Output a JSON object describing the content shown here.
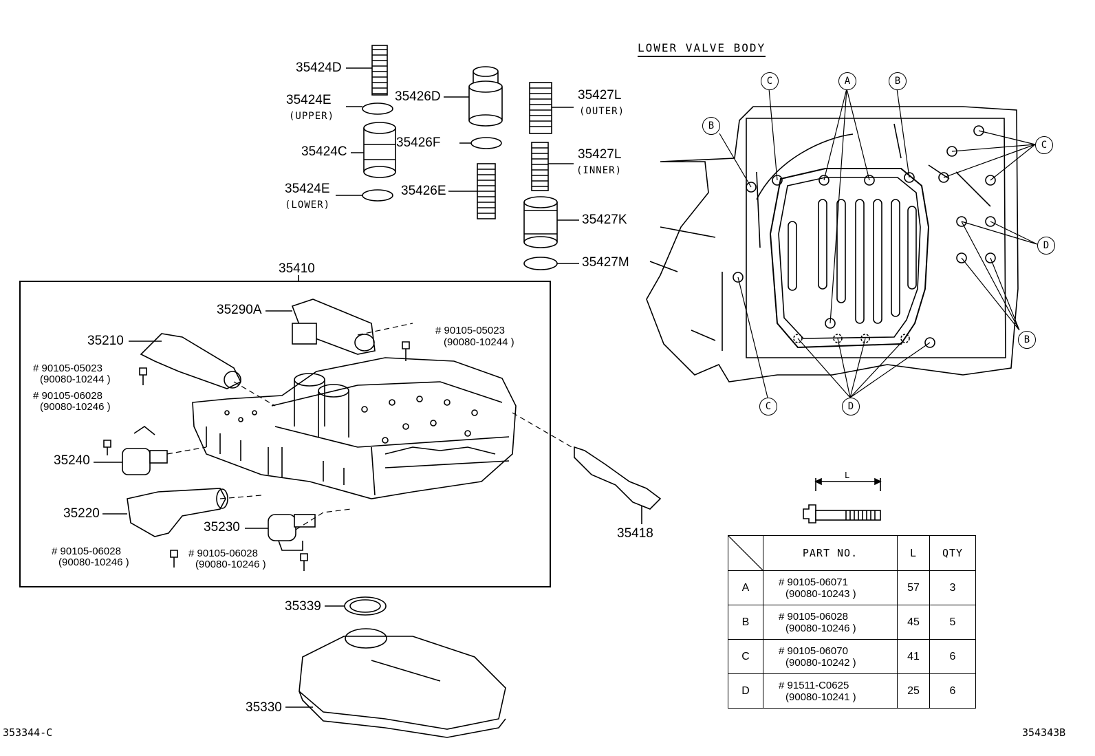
{
  "diagram": {
    "section_title": "LOWER VALVE BODY",
    "footer_left": "353344-C",
    "footer_right": "354343B",
    "parts": {
      "p35424D": "35424D",
      "p35424E_upper": "35424E",
      "p35424E_upper_note": "(UPPER)",
      "p35426D": "35426D",
      "p35424C": "35424C",
      "p35426F": "35426F",
      "p35424E_lower": "35424E",
      "p35424E_lower_note": "(LOWER)",
      "p35426E": "35426E",
      "p35427L_outer": "35427L",
      "p35427L_outer_note": "(OUTER)",
      "p35427L_inner": "35427L",
      "p35427L_inner_note": "(INNER)",
      "p35427K": "35427K",
      "p35427M": "35427M",
      "p35410": "35410",
      "p35290A": "35290A",
      "p35210": "35210",
      "p35240": "35240",
      "p35220": "35220",
      "p35230": "35230",
      "p35418": "35418",
      "p35339": "35339",
      "p35330": "35330"
    },
    "bolts": {
      "b1_a": "# 90105-05023",
      "b1_b": "(90080-10244 )",
      "b2_a": "# 90105-05023",
      "b2_b": "(90080-10244 )",
      "b3_a": "# 90105-06028",
      "b3_b": "(90080-10246 )",
      "b4_a": "# 90105-06028",
      "b4_b": "(90080-10246 )",
      "b5_a": "# 90105-06028",
      "b5_b": "(90080-10246 )"
    },
    "callouts": {
      "A": "A",
      "B": "B",
      "C": "C",
      "D": "D"
    },
    "dimension_label": "L",
    "table": {
      "header_part_no": "PART NO.",
      "header_l": "L",
      "header_qty": "QTY",
      "rows": [
        {
          "code": "A",
          "part_a": "# 90105-06071",
          "part_b": "(90080-10243 )",
          "l": "57",
          "qty": "3"
        },
        {
          "code": "B",
          "part_a": "# 90105-06028",
          "part_b": "(90080-10246 )",
          "l": "45",
          "qty": "5"
        },
        {
          "code": "C",
          "part_a": "# 90105-06070",
          "part_b": "(90080-10242 )",
          "l": "41",
          "qty": "6"
        },
        {
          "code": "D",
          "part_a": "# 91511-C0625",
          "part_b": "(90080-10241 )",
          "l": "25",
          "qty": "6"
        }
      ]
    }
  }
}
